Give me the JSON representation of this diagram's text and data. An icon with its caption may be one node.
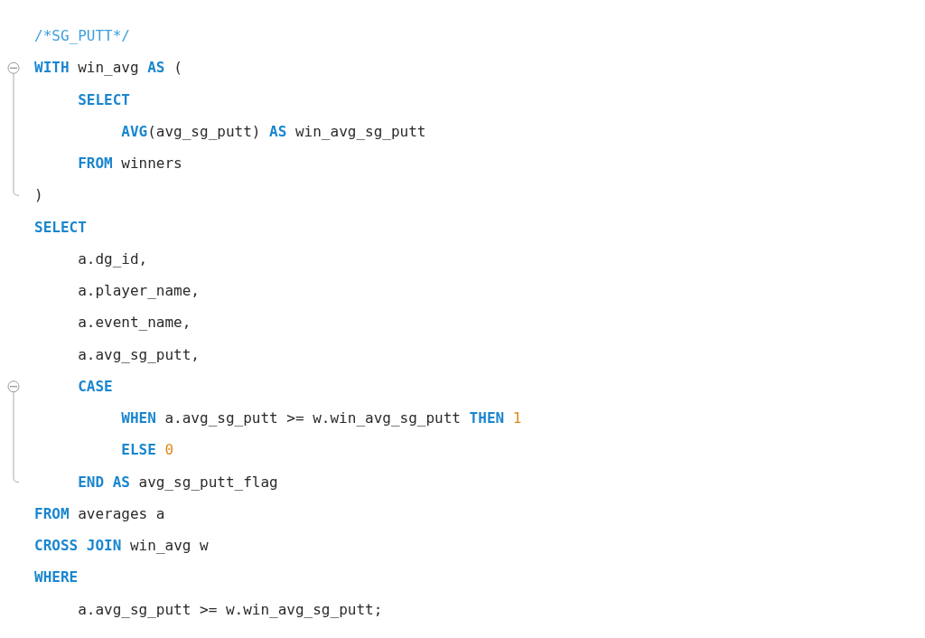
{
  "diagram": {
    "labels": [
      "/*SG_PUTT*/",
      "**WITH** win_avg **AS** (",
      "**SELECT**",
      "**AVG**(avg_sg_putt) **AS** win_avg_sg_putt",
      "**FROM** winners",
      ")",
      "**SELECT**",
      "a.dg_id,",
      "a.player_name,",
      "a.event_name,",
      "a.avg_sg_putt,",
      "**CASE**",
      "**WHEN** a.avg_sg_putt >= w.win_avg_sg_putt **THEN** *1*",
      "**ELSE** *0*",
      "**END** **AS** avg_sg_putt_flag",
      "**FROM** averages a",
      "**CROSS** **JOIN** win_avg w",
      "**WHERE**",
      "a.avg_sg_putt >= w.win_avg_sg_putt;"
    ]
  }
}
